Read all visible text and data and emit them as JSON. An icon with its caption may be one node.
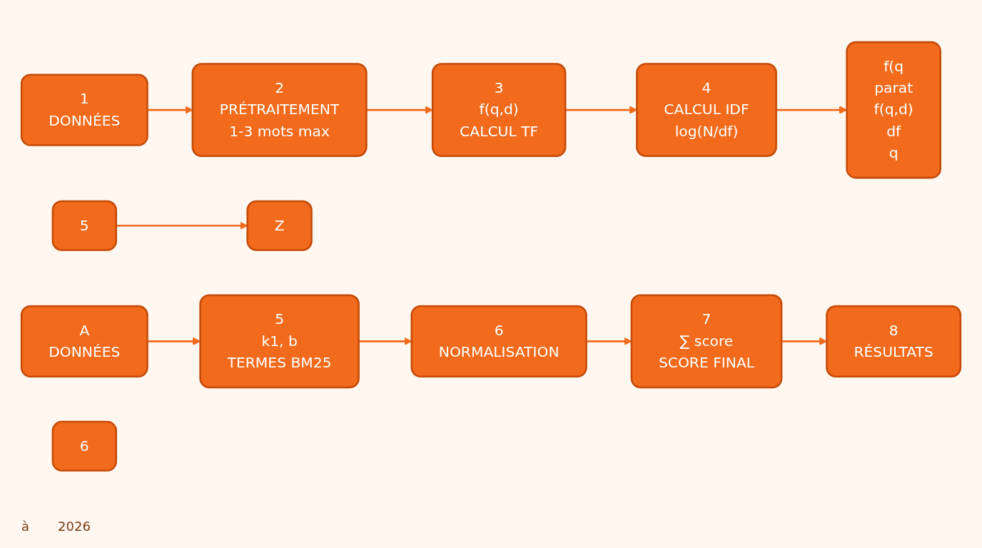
{
  "diagram": {
    "nodes": [
      {
        "text": [
          "1",
          "DONNÉES"
        ]
      },
      {
        "text": [
          "2",
          "PRÉTRAITEMENT",
          "1-3 mots max"
        ]
      },
      {
        "text": [
          "3",
          "f(q,d)",
          "CALCUL TF"
        ]
      },
      {
        "text": [
          "4",
          "CALCUL IDF",
          "log(N/df)"
        ]
      },
      {
        "text": [
          "A",
          "DONNÉES"
        ]
      },
      {
        "text": [
          "Z"
        ]
      },
      {
        "text": [
          "5"
        ]
      },
      {
        "text": [
          "f(q",
          "parat",
          "f(q,d)",
          "df",
          "q"
        ]
      },
      {
        "text": [
          "6"
        ]
      },
      {
        "text": [
          "5",
          "k1, b",
          "TERMES BM25"
        ]
      },
      {
        "text": [
          "6",
          "NORMALISATION"
        ]
      },
      {
        "text": [
          "7",
          "∑ score",
          "SCORE FINAL"
        ]
      },
      {
        "text": [
          "8",
          "RÉSULTATS"
        ]
      }
    ],
    "edges": [
      {
        "from": 0,
        "to": 1,
        "arrow": "to"
      },
      {
        "from": 1,
        "to": 2,
        "arrow": "to"
      },
      {
        "from": 2,
        "to": 3,
        "arrow": "to"
      },
      {
        "from": 3,
        "to": 7,
        "arrow": "to"
      },
      {
        "from": 6,
        "to": 5,
        "arrow": "to"
      },
      {
        "from": 4,
        "to": 9,
        "arrow": "to"
      },
      {
        "from": 9,
        "to": 10,
        "arrow": "to"
      },
      {
        "from": 10,
        "to": 11,
        "arrow": "to"
      },
      {
        "from": 11,
        "to": 12,
        "arrow": "to"
      }
    ],
    "labels": [
      "à",
      "2026"
    ]
  }
}
